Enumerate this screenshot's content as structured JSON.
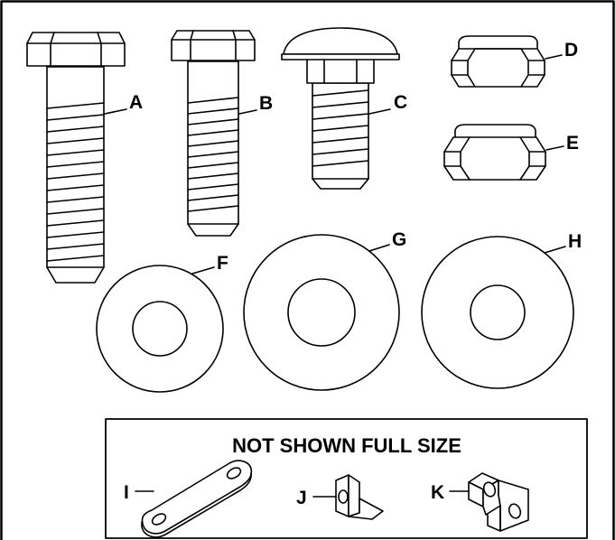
{
  "colors": {
    "line": "#000000",
    "background": "#ffffff"
  },
  "parts": {
    "A": "A",
    "B": "B",
    "C": "C",
    "D": "D",
    "E": "E",
    "F": "F",
    "G": "G",
    "H": "H",
    "I": "I",
    "J": "J",
    "K": "K"
  },
  "inset": {
    "title": "NOT SHOWN FULL SIZE"
  }
}
